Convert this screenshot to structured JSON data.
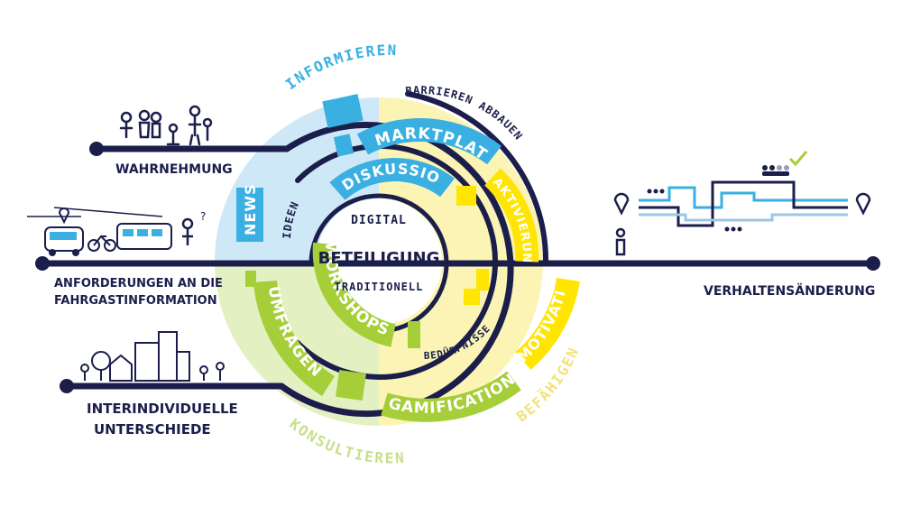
{
  "center": {
    "title": "BETEILIGUNG",
    "top": "DIGITAL",
    "bottom": "TRADITIONELL"
  },
  "sectors": {
    "informieren": "INFORMIEREN",
    "konsultieren": "KONSULTIEREN",
    "befaehigen": "BEFÄHIGEN"
  },
  "methods": {
    "marktplatz": "MARKTPLATZ",
    "diskussion": "DISKUSSION",
    "aktivierung": "AKTIVIERUNG",
    "news": "NEWS",
    "workshops": "WORKSHOPS",
    "umfragen": "UMFRAGEN",
    "gamification": "GAMIFICATION",
    "motivation": "MOTIVATION"
  },
  "ring_labels": {
    "barrieren": "BARRIEREN ABBAUEN",
    "ideen": "IDEEN",
    "beduerfnisse": "BEDÜRFNISSE"
  },
  "inputs": {
    "wahrnehmung": "WAHRNEHMUNG",
    "anforderungen_1": "ANFORDERUNGEN AN DIE",
    "anforderungen_2": "FAHRGASTINFORMATION",
    "interindividuell_1": "INTERINDIVIDUELLE",
    "interindividuell_2": "UNTERSCHIEDE"
  },
  "output": {
    "verhalten": "VERHALTENSÄNDERUNG"
  },
  "colors": {
    "navy": "#1b1e4b",
    "sky": "#3ab0e2",
    "sky_light": "#cfe8f7",
    "lime": "#a6ce39",
    "lime_light": "#e3f0c2",
    "yellow": "#ffe500",
    "yellow_light": "#fbf4b5"
  },
  "icons": [
    "people-icon",
    "train-icon",
    "bus-icon",
    "bicycle-icon",
    "buildings-icon",
    "location-pin-icon",
    "person-icon",
    "checkmark-icon"
  ]
}
